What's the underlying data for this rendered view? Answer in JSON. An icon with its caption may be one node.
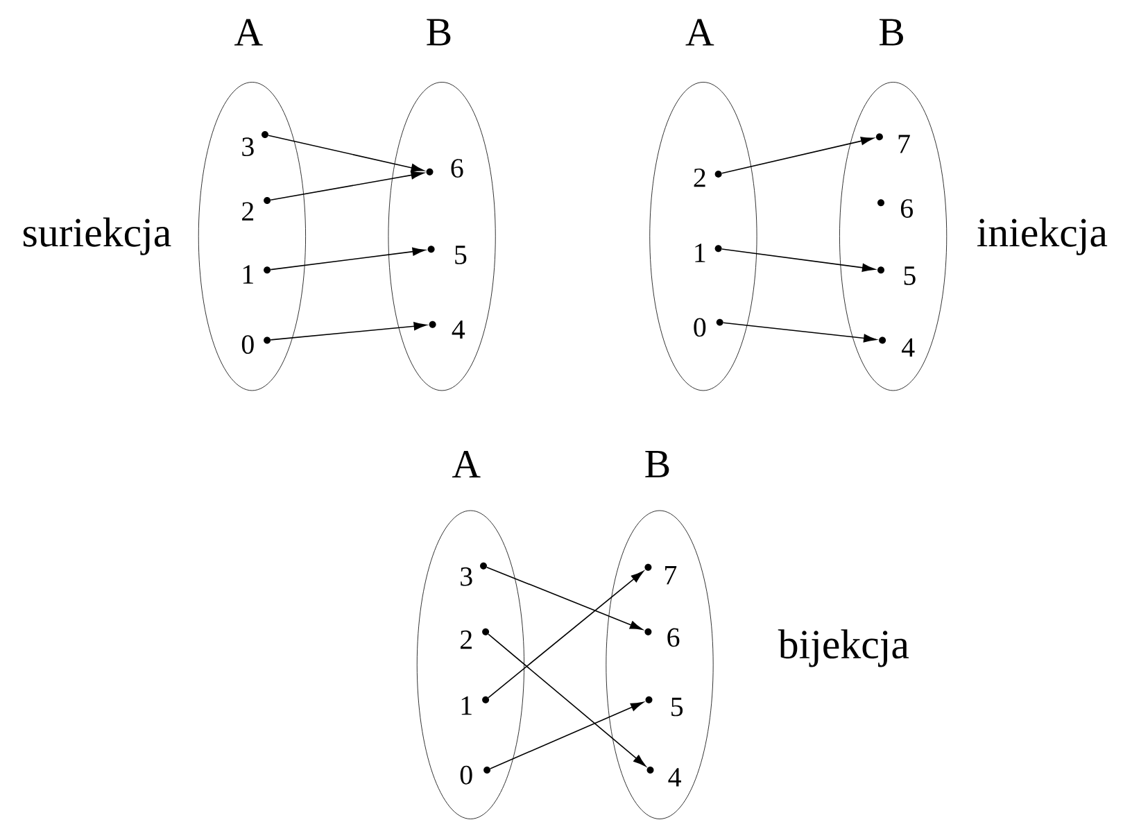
{
  "diagram": {
    "nodes": [
      {
        "text": [
          "A"
        ]
      },
      {
        "text": [
          "B"
        ]
      },
      {
        "text": [
          "3"
        ],
        "in": 0
      },
      {
        "text": [
          "2"
        ],
        "in": 0
      },
      {
        "text": [
          "1"
        ],
        "in": 0
      },
      {
        "text": [
          "0"
        ],
        "in": 0
      },
      {
        "text": [
          "6"
        ],
        "in": 1
      },
      {
        "text": [
          "5"
        ],
        "in": 1
      },
      {
        "text": [
          "4"
        ],
        "in": 1
      },
      {
        "text": [
          "A"
        ]
      },
      {
        "text": [
          "B"
        ]
      },
      {
        "text": [
          "2"
        ],
        "in": 9
      },
      {
        "text": [
          "1"
        ],
        "in": 9
      },
      {
        "text": [
          "0"
        ],
        "in": 9
      },
      {
        "text": [
          "7"
        ],
        "in": 10
      },
      {
        "text": [
          "6"
        ],
        "in": 10
      },
      {
        "text": [
          "5"
        ],
        "in": 10
      },
      {
        "text": [
          "4"
        ],
        "in": 10
      },
      {
        "text": [
          "A"
        ]
      },
      {
        "text": [
          "B"
        ]
      },
      {
        "text": [
          "3"
        ],
        "in": 18
      },
      {
        "text": [
          "2"
        ],
        "in": 18
      },
      {
        "text": [
          "1"
        ],
        "in": 18
      },
      {
        "text": [
          "0"
        ],
        "in": 18
      },
      {
        "text": [
          "7"
        ],
        "in": 19
      },
      {
        "text": [
          "6"
        ],
        "in": 19
      },
      {
        "text": [
          "5"
        ],
        "in": 19
      },
      {
        "text": [
          "4"
        ],
        "in": 19
      }
    ],
    "edges": [
      {
        "from": 2,
        "to": 6,
        "arrow": "to"
      },
      {
        "from": 3,
        "to": 6,
        "arrow": "to"
      },
      {
        "from": 4,
        "to": 7,
        "arrow": "to"
      },
      {
        "from": 5,
        "to": 8,
        "arrow": "to"
      },
      {
        "from": 11,
        "to": 14,
        "arrow": "to"
      },
      {
        "from": 12,
        "to": 16,
        "arrow": "to"
      },
      {
        "from": 13,
        "to": 17,
        "arrow": "to"
      },
      {
        "from": 20,
        "to": 25,
        "arrow": "to"
      },
      {
        "from": 21,
        "to": 27,
        "arrow": "to"
      },
      {
        "from": 22,
        "to": 24,
        "arrow": "to"
      },
      {
        "from": 23,
        "to": 26,
        "arrow": "to"
      }
    ],
    "labels": [
      "suriekcja",
      "iniekcja",
      "bijekcja"
    ]
  }
}
